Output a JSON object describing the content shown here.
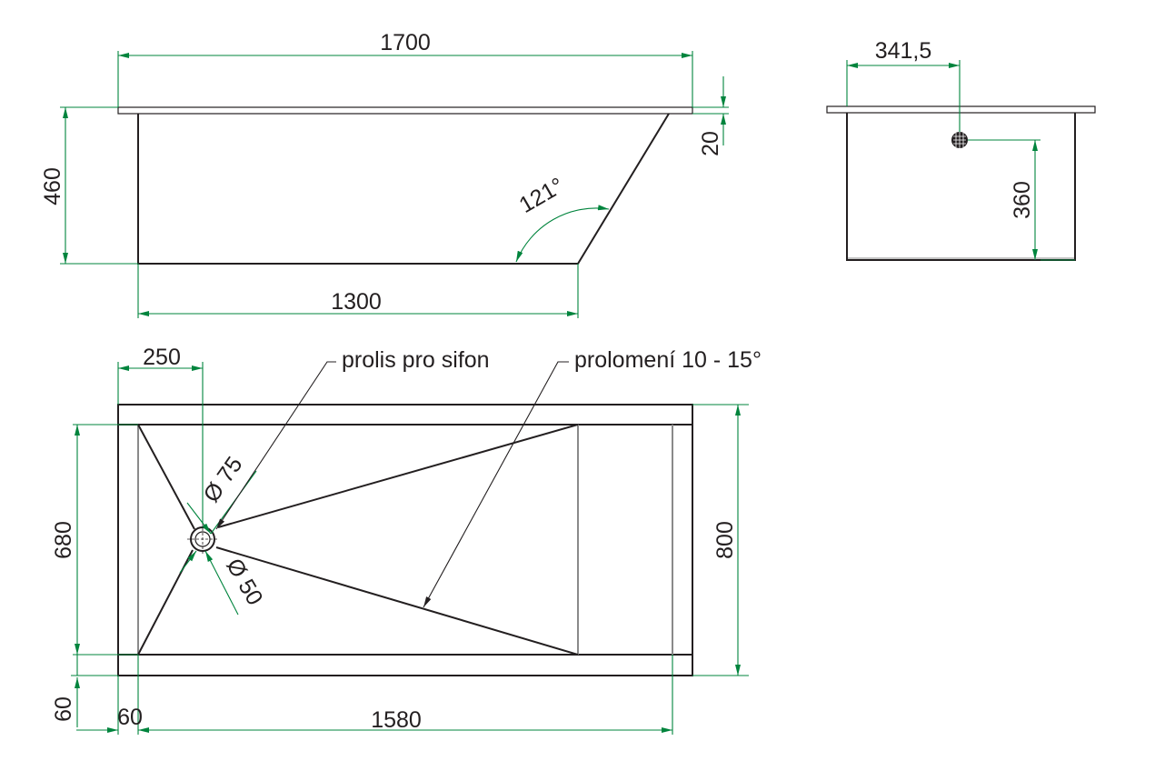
{
  "dimensions": {
    "length_top": "1700",
    "height_side": "460",
    "rim_thickness": "20",
    "bottom_length": "1300",
    "angle": "121°",
    "drain_offset_side": "341,5",
    "drain_height": "360",
    "drain_offset_plan": "250",
    "inner_width": "680",
    "outer_width": "800",
    "rim_width_bottom": "60",
    "rim_width_left": "60",
    "inner_length": "1580",
    "drain_outer_diameter": "Ø 75",
    "drain_inner_diameter": "Ø 50"
  },
  "annotations": {
    "siphon_cutout": "prolis pro sifon",
    "slope_break": "prolomení 10 - 15°"
  },
  "colors": {
    "outline": "#231f20",
    "dimension": "#00843d",
    "inner_edge": "#8a8a8a"
  }
}
